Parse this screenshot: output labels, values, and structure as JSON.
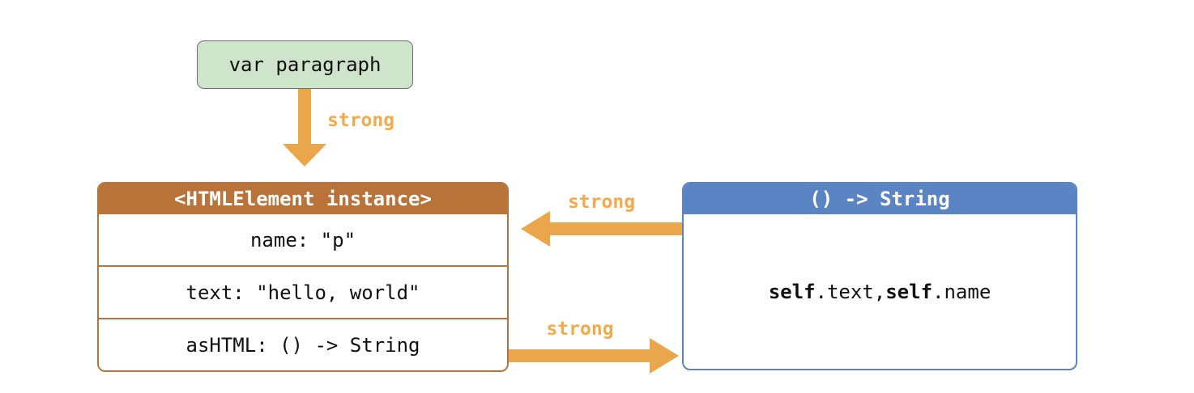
{
  "colors": {
    "background": "#ffffff",
    "text": "#111111",
    "variable_fill": "#cfe5cb",
    "variable_border": "#6f6f6f",
    "instance_accent": "#b97338",
    "closure_accent": "#5b84c4",
    "arrow": "#e9a64b",
    "arrow_label": "#f2aa4b"
  },
  "variable_box": {
    "label": "var paragraph"
  },
  "instance_box": {
    "title": "<HTMLElement instance>",
    "rows": [
      "name: \"p\"",
      "text: \"hello, world\"",
      "asHTML: () -> String"
    ]
  },
  "closure_box": {
    "title": "() -> String",
    "body_segments": [
      {
        "text": "self",
        "bold": true
      },
      {
        "text": ".text, ",
        "bold": false
      },
      {
        "text": "self",
        "bold": true
      },
      {
        "text": ".name",
        "bold": false
      }
    ]
  },
  "arrows": {
    "down": {
      "label": "strong"
    },
    "closure_to_instance": {
      "label": "strong"
    },
    "instance_to_closure": {
      "label": "strong"
    }
  }
}
